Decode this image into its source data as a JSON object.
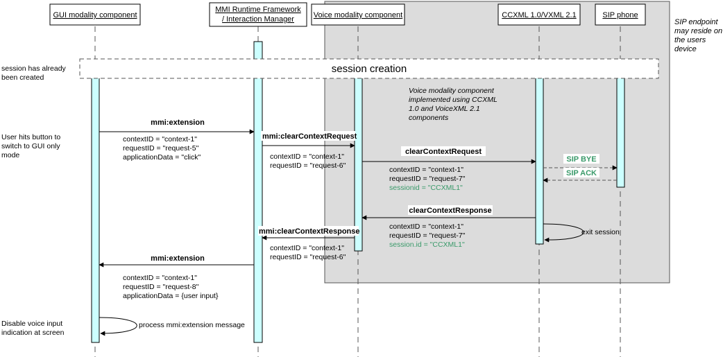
{
  "participants": [
    {
      "label": "GUI modality component"
    },
    {
      "label": "MMI Runtime Framework",
      "label2": "/ Interaction Manager"
    },
    {
      "label": "Voice modality component"
    },
    {
      "label": "CCXML 1.0/VXML 2.1"
    },
    {
      "label": "SIP phone"
    }
  ],
  "region_note": [
    "SIP endpoint",
    "may reside on",
    "the users",
    "device"
  ],
  "session_bar": {
    "label": "session creation"
  },
  "side_notes": [
    {
      "lines": [
        "session has already",
        "been created"
      ]
    },
    {
      "lines": [
        "User hits button to",
        "switch to GUI only",
        "mode"
      ]
    },
    {
      "lines": [
        "Disable voice input",
        "indication at screen"
      ]
    }
  ],
  "voice_note": [
    "Voice modality component",
    "implemented using CCXML",
    "1.0 and VoiceXML 2.1",
    "components"
  ],
  "messages": [
    {
      "label": "mmi:extension",
      "params": [
        "contextID = \"context-1\"",
        "requestID = \"request-5\"",
        "applicationData = \"click\""
      ]
    },
    {
      "label": "mmi:clearContextRequest",
      "params": [
        "contextID = \"context-1\"",
        "requestID = \"request-6\""
      ]
    },
    {
      "label": "clearContextRequest",
      "params": [
        "contextID = \"context-1\"",
        "requestID = \"request-7\""
      ],
      "extra": "sessionid = \"CCXML1\""
    },
    {
      "label": "SIP BYE"
    },
    {
      "label": "SIP ACK"
    },
    {
      "label": "clearContextResponse",
      "params": [
        "contextID = \"context-1\"",
        "requestID = \"request-7\""
      ],
      "extra": "session.id = \"CCXML1\""
    },
    {
      "label": "exit session"
    },
    {
      "label": "mmi:clearContextResponse",
      "params": [
        "contextID = \"context-1\"",
        "requestID = \"request-6\""
      ]
    },
    {
      "label": "mmi:extension",
      "params": [
        "contextID = \"context-1\"",
        "requestID = \"request-8\"",
        "applicationData = {user input}"
      ]
    },
    {
      "label": "process mmi:extension message"
    }
  ],
  "colors": {
    "activation": "#ccffff",
    "region": "#dcdcdc",
    "sip": "#3a9a6a",
    "ink": "#000000"
  }
}
